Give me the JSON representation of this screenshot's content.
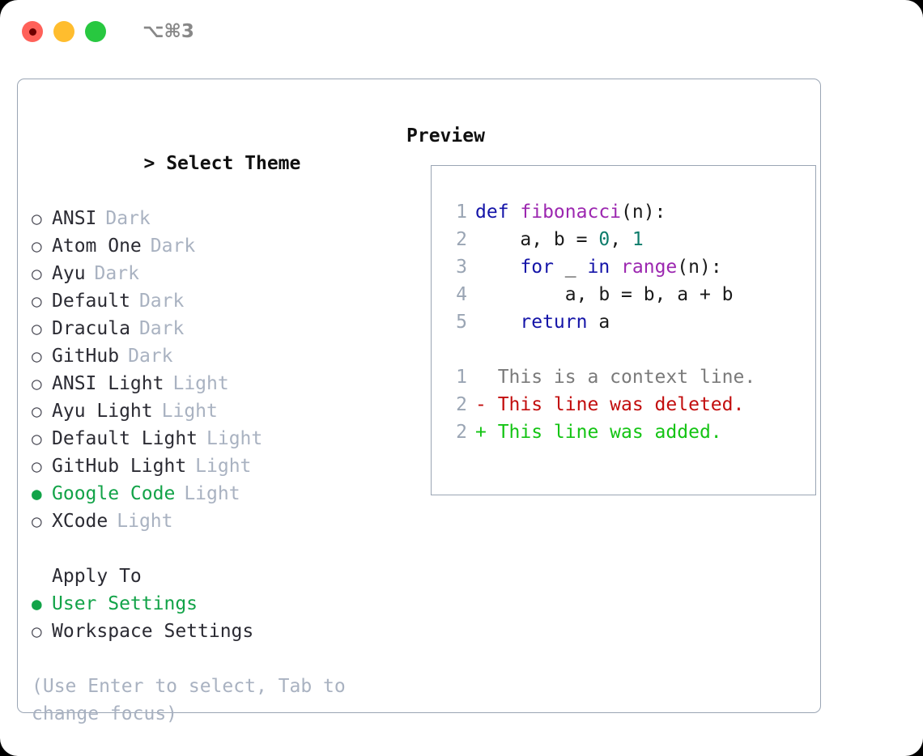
{
  "titlebar": {
    "shortcut": "⌥⌘3",
    "buttons": [
      {
        "name": "close",
        "color": "#ff6159"
      },
      {
        "name": "minimize",
        "color": "#ffbd2e"
      },
      {
        "name": "maximize",
        "color": "#28c840"
      }
    ]
  },
  "theme_picker": {
    "header": "> Select Theme",
    "caret": ">",
    "header_label": "Select Theme",
    "bullet_unselected": "○",
    "bullet_selected": "●",
    "options": [
      {
        "name": "ANSI",
        "variant": "Dark",
        "selected": false
      },
      {
        "name": "Atom One",
        "variant": "Dark",
        "selected": false
      },
      {
        "name": "Ayu",
        "variant": "Dark",
        "selected": false
      },
      {
        "name": "Default",
        "variant": "Dark",
        "selected": false
      },
      {
        "name": "Dracula",
        "variant": "Dark",
        "selected": false
      },
      {
        "name": "GitHub",
        "variant": "Dark",
        "selected": false
      },
      {
        "name": "ANSI Light",
        "variant": "Light",
        "selected": false
      },
      {
        "name": "Ayu Light",
        "variant": "Light",
        "selected": false
      },
      {
        "name": "Default Light",
        "variant": "Light",
        "selected": false
      },
      {
        "name": "GitHub Light",
        "variant": "Light",
        "selected": false
      },
      {
        "name": "Google Code",
        "variant": "Light",
        "selected": true
      },
      {
        "name": "XCode",
        "variant": "Light",
        "selected": false
      }
    ]
  },
  "apply_to": {
    "header": "Apply To",
    "options": [
      {
        "name": "User Settings",
        "selected": true
      },
      {
        "name": "Workspace Settings",
        "selected": false
      }
    ]
  },
  "hint": "(Use Enter to select, Tab to change focus)",
  "preview": {
    "header": "Preview",
    "code_lines": [
      {
        "num": "1",
        "tokens": [
          {
            "t": "def ",
            "c": "kw"
          },
          {
            "t": "fibonacci",
            "c": "fn"
          },
          {
            "t": "(n):",
            "c": "plain"
          }
        ]
      },
      {
        "num": "2",
        "tokens": [
          {
            "t": "    a, b = ",
            "c": "plain"
          },
          {
            "t": "0",
            "c": "num"
          },
          {
            "t": ", ",
            "c": "plain"
          },
          {
            "t": "1",
            "c": "num"
          }
        ]
      },
      {
        "num": "3",
        "tokens": [
          {
            "t": "    ",
            "c": "plain"
          },
          {
            "t": "for",
            "c": "kw"
          },
          {
            "t": " _ ",
            "c": "plain"
          },
          {
            "t": "in",
            "c": "kw"
          },
          {
            "t": " ",
            "c": "plain"
          },
          {
            "t": "range",
            "c": "fn"
          },
          {
            "t": "(n):",
            "c": "plain"
          }
        ]
      },
      {
        "num": "4",
        "tokens": [
          {
            "t": "        a, b = b, a + b",
            "c": "plain"
          }
        ]
      },
      {
        "num": "5",
        "tokens": [
          {
            "t": "    ",
            "c": "plain"
          },
          {
            "t": "return",
            "c": "kw"
          },
          {
            "t": " a",
            "c": "plain"
          }
        ]
      }
    ],
    "diff_lines": [
      {
        "num": "1",
        "marker": "  ",
        "text": "This is a context line.",
        "kind": "ctx"
      },
      {
        "num": "2",
        "marker": "- ",
        "text": "This line was deleted.",
        "kind": "del"
      },
      {
        "num": "2",
        "marker": "+ ",
        "text": "This line was added.",
        "kind": "add"
      }
    ]
  },
  "colors": {
    "accent_green": "#12a348",
    "muted": "#a9b2c1",
    "border": "#9aa5b4",
    "keyword": "#1414a8",
    "function": "#9c27b0",
    "number": "#0e7c6b",
    "diff_added": "#14c414",
    "diff_deleted": "#c20d0d",
    "diff_context": "#7a7a7a"
  }
}
